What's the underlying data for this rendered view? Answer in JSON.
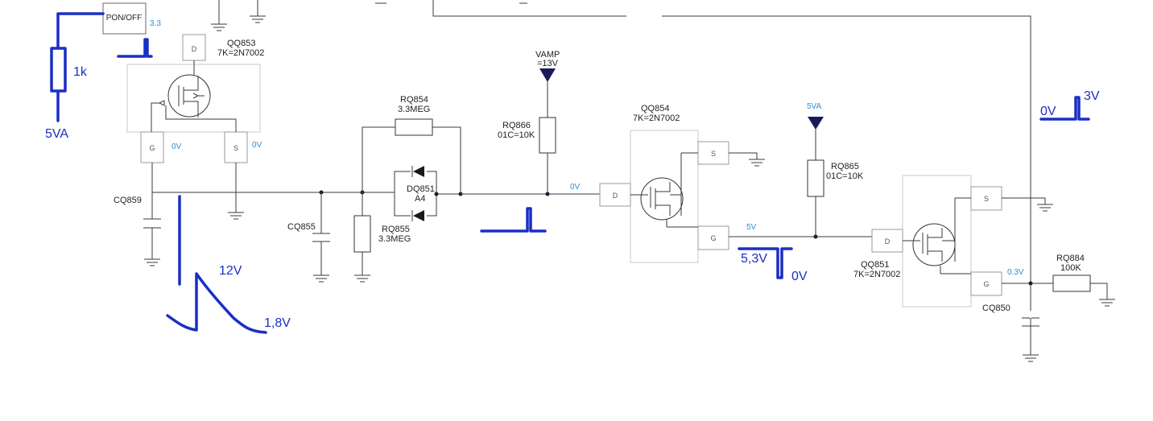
{
  "switch_label": "PON/OFF",
  "voltages": {
    "pon_off": "3.3",
    "qq853_g": "0V",
    "qq853_s": "0V",
    "qq854_d_net": "0V",
    "qq854_g_net": "5V",
    "qq851_g_net": "0.3V"
  },
  "supplies": {
    "vamp": [
      "VAMP",
      "=13V"
    ],
    "vamp5": "5VA"
  },
  "transistors": {
    "qq853": {
      "ref": "QQ853",
      "value": "7K=2N7002"
    },
    "qq854": {
      "ref": "QQ854",
      "value": "7K=2N7002"
    },
    "qq851": {
      "ref": "QQ851",
      "value": "7K=2N7002"
    }
  },
  "pins": {
    "drain": "D",
    "gate": "G",
    "source": "S"
  },
  "resistors": {
    "rq854": {
      "ref": "RQ854",
      "value": "3.3MEG"
    },
    "rq855": {
      "ref": "RQ855",
      "value": "3.3MEG"
    },
    "rq866": {
      "ref": "RQ866",
      "value": "01C=10K"
    },
    "rq865": {
      "ref": "RQ865",
      "value": "01C=10K"
    },
    "rq884": {
      "ref": "RQ884",
      "value": "100K"
    }
  },
  "diode": {
    "ref": "DQ851",
    "value": "A4"
  },
  "capacitors": {
    "cq859": "CQ859",
    "cq855": "CQ855",
    "cq850": "CQ850"
  },
  "annotations": {
    "r_1k": "1k",
    "supply_5va": "5VA",
    "peak_12v": "12V",
    "decay_1_8v": "1,8V",
    "gate_5_3v": "5,3V",
    "gate_0v": "0V",
    "out_0v": "0V",
    "out_3v": "3V"
  }
}
